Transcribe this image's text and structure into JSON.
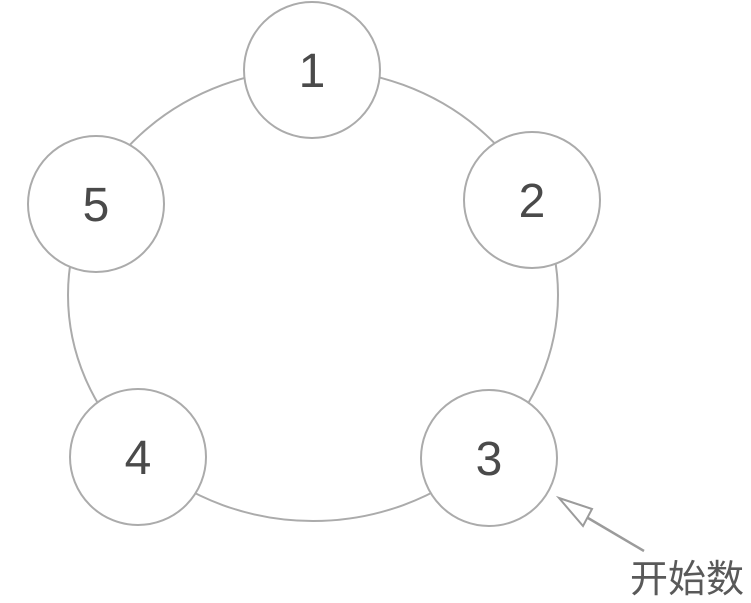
{
  "diagram": {
    "type": "circular-counting-ring",
    "node_count": 5,
    "nodes": [
      {
        "label": "1"
      },
      {
        "label": "2"
      },
      {
        "label": "3"
      },
      {
        "label": "4"
      },
      {
        "label": "5"
      }
    ],
    "colors": {
      "background": "#ffffff",
      "ring_stroke": "#ababab",
      "node_fill": "#ffffff",
      "node_stroke": "#ababab",
      "node_label": "#4a4a4a"
    }
  },
  "annotation": {
    "label": "开始数",
    "points_to_node": "3",
    "arrow_color": "#9b9b9b",
    "label_color": "#595959"
  }
}
